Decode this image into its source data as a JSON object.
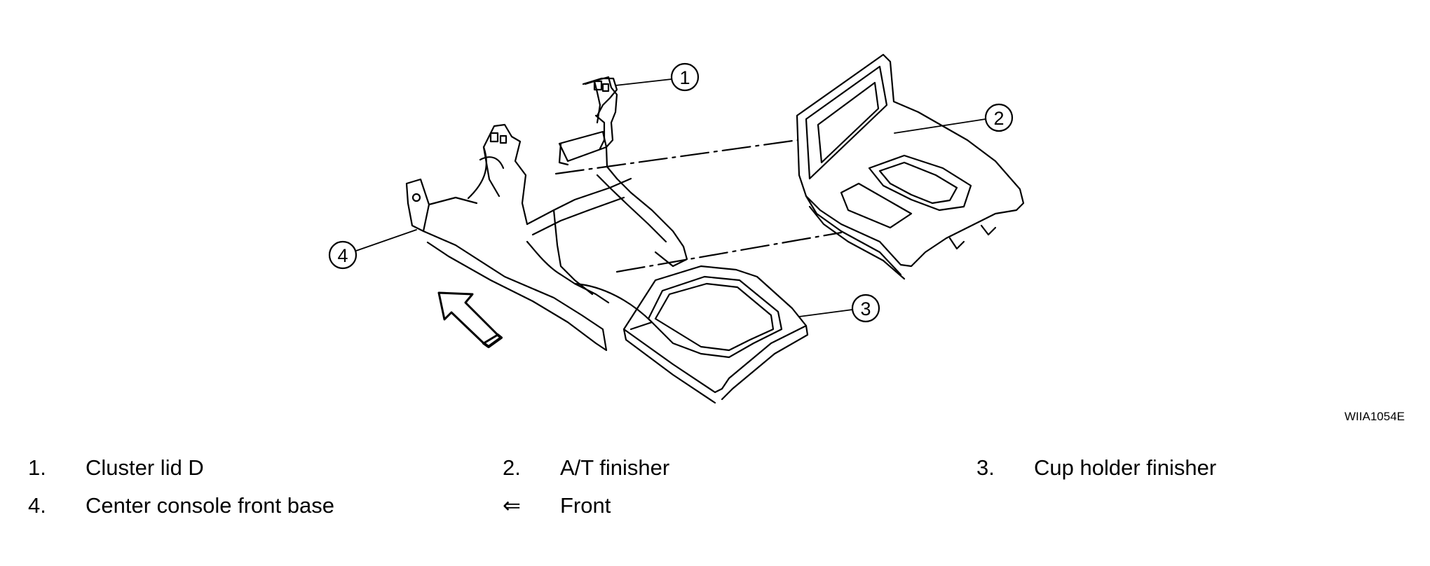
{
  "figure_id": "WIIA1054E",
  "callouts": [
    {
      "number": "1"
    },
    {
      "number": "2"
    },
    {
      "number": "3"
    },
    {
      "number": "4"
    }
  ],
  "legend": [
    {
      "key": "1.",
      "label": "Cluster lid D"
    },
    {
      "key": "2.",
      "label": "A/T finisher"
    },
    {
      "key": "3.",
      "label": "Cup holder finisher"
    },
    {
      "key": "4.",
      "label": "Center console front base"
    },
    {
      "key": "⇐",
      "label": "Front"
    }
  ]
}
